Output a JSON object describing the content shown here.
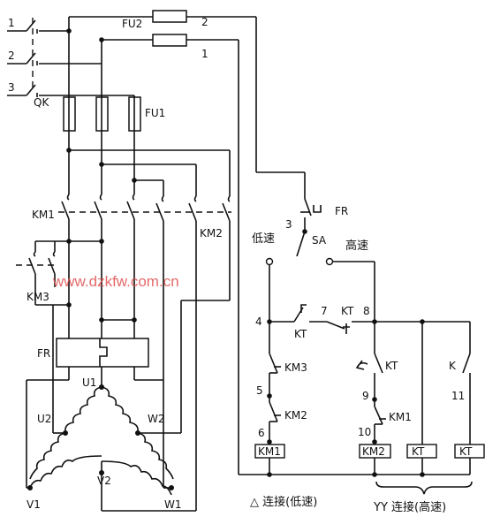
{
  "phases": [
    "1",
    "2",
    "3"
  ],
  "main_switch": "QK",
  "fuses": {
    "control": "FU2",
    "main": "FU1",
    "fu2_top": "2",
    "fu2_bottom": "1"
  },
  "contactors": {
    "km1": "KM1",
    "km2": "KM2",
    "km3": "KM3"
  },
  "overload": "FR",
  "motor_terminals": {
    "u1": "U1",
    "u2": "U2",
    "v1": "V1",
    "v2": "V2",
    "w1": "W1",
    "w2": "W2"
  },
  "control": {
    "node3": "3",
    "fr": "FR",
    "sa": "SA",
    "low_speed": "低速",
    "high_speed": "高速",
    "node4": "4",
    "node5": "5",
    "node6": "6",
    "node7": "7",
    "node8": "8",
    "node9": "9",
    "node10": "10",
    "node11": "11",
    "kt_a": "KT",
    "kt_b": "KT",
    "kt_c": "KT",
    "k": "K",
    "km3_contact": "KM3",
    "km2_contact": "KM2",
    "km1_contact": "KM1",
    "coil_km1": "KM1",
    "coil_km2": "KM2",
    "coil_kt1": "KT",
    "coil_kt2": "KT"
  },
  "captions": {
    "delta": "△ 连接(低速)",
    "yy": "YY 连接(高速)"
  },
  "watermark": "www.dzkfw.com.cn"
}
